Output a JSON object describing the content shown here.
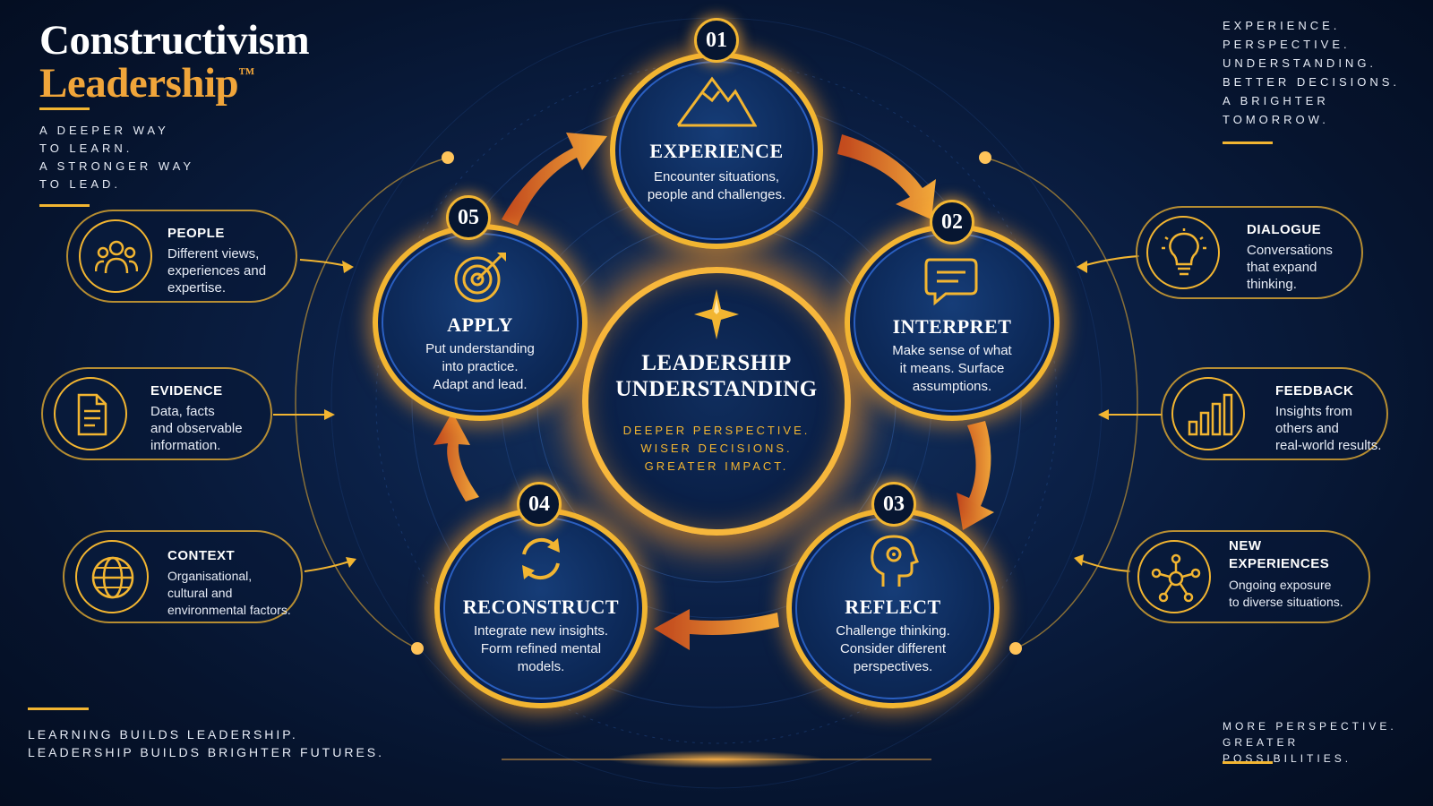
{
  "brand": {
    "line1": "Constructivism",
    "line2": "Leadership",
    "mark": "™"
  },
  "tagline": [
    "A DEEPER WAY",
    "TO LEARN.",
    "A STRONGER WAY",
    "TO LEAD."
  ],
  "top_right": [
    "EXPERIENCE.",
    "PERSPECTIVE.",
    "UNDERSTANDING.",
    "BETTER DECISIONS.",
    "A BRIGHTER",
    "TOMORROW."
  ],
  "bottom_left": [
    "LEARNING BUILDS LEADERSHIP.",
    "LEADERSHIP BUILDS BRIGHTER FUTURES."
  ],
  "bottom_right": [
    "MORE PERSPECTIVE.",
    "GREATER POSSIBILITIES."
  ],
  "center": {
    "title": [
      "LEADERSHIP",
      "UNDERSTANDING"
    ],
    "subtitle": [
      "DEEPER PERSPECTIVE.",
      "WISER DECISIONS.",
      "GREATER IMPACT."
    ],
    "icon": "compass-star-icon"
  },
  "stages": [
    {
      "num": "01",
      "title": "EXPERIENCE",
      "desc": [
        "Encounter situations,",
        "people and challenges."
      ],
      "icon": "mountain-icon"
    },
    {
      "num": "02",
      "title": "INTERPRET",
      "desc": [
        "Make sense of what",
        "it means. Surface",
        "assumptions."
      ],
      "icon": "chat-bubble-icon"
    },
    {
      "num": "03",
      "title": "REFLECT",
      "desc": [
        "Challenge thinking.",
        "Consider different",
        "perspectives."
      ],
      "icon": "head-gear-icon"
    },
    {
      "num": "04",
      "title": "RECONSTRUCT",
      "desc": [
        "Integrate new insights.",
        "Form refined mental",
        "models."
      ],
      "icon": "cycle-arrows-icon"
    },
    {
      "num": "05",
      "title": "APPLY",
      "desc": [
        "Put understanding",
        "into practice.",
        "Adapt and lead."
      ],
      "icon": "target-icon"
    }
  ],
  "inputs_left": [
    {
      "title": "PEOPLE",
      "desc": [
        "Different views,",
        "experiences and",
        "expertise."
      ],
      "icon": "people-icon"
    },
    {
      "title": "EVIDENCE",
      "desc": [
        "Data, facts",
        "and observable",
        "information."
      ],
      "icon": "document-icon"
    },
    {
      "title": "CONTEXT",
      "desc": [
        "Organisational,",
        "cultural and",
        "environmental factors."
      ],
      "icon": "globe-icon"
    }
  ],
  "inputs_right": [
    {
      "title": "DIALOGUE",
      "desc": [
        "Conversations",
        "that expand",
        "thinking."
      ],
      "icon": "lightbulb-icon"
    },
    {
      "title": "FEEDBACK",
      "desc": [
        "Insights from",
        "others and",
        "real-world results."
      ],
      "icon": "bar-chart-icon"
    },
    {
      "title": [
        "NEW",
        "EXPERIENCES"
      ],
      "desc": [
        "Ongoing exposure",
        "to diverse situations."
      ],
      "icon": "network-icon"
    }
  ],
  "colors": {
    "gold": "#f2b531",
    "orange": "#e8731c",
    "navy": "#0b2046",
    "blue_ring": "#2a5fc0"
  }
}
